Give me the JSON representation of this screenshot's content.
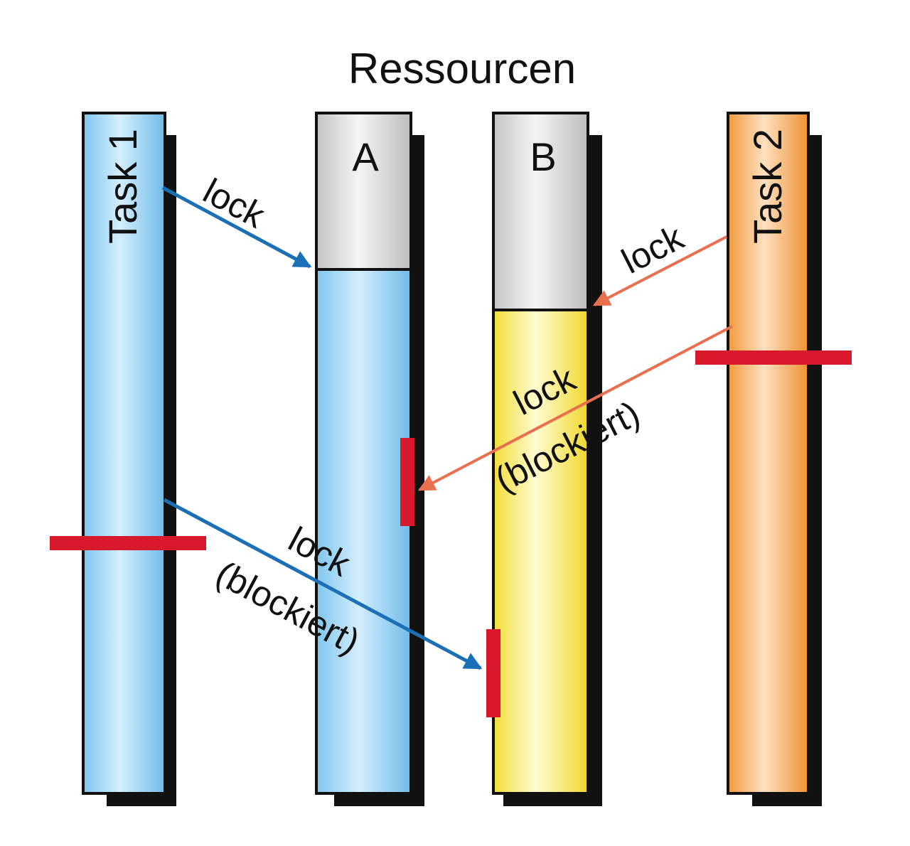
{
  "diagram": {
    "title": "Ressourcen",
    "columns": {
      "task1": {
        "label": "Task 1",
        "fill": "#a9dcf7"
      },
      "resource_a": {
        "label": "A",
        "fill_locked": "#a9dcf7"
      },
      "resource_b": {
        "label": "B",
        "fill_locked": "#f7ea62"
      },
      "task2": {
        "label": "Task 2",
        "fill": "#f5a857"
      }
    },
    "arrows": {
      "task1_lock_a": {
        "line1": "lock",
        "line2": "",
        "color": "#1a6fb6"
      },
      "task2_lock_b": {
        "line1": "lock",
        "line2": "",
        "color": "#e8704e"
      },
      "task2_lock_a_blocked": {
        "line1": "lock",
        "line2": "(blockiert)",
        "color": "#e8704e"
      },
      "task1_lock_b_blocked": {
        "line1": "lock",
        "line2": "(blockiert)",
        "color": "#1a6fb6"
      }
    },
    "colors": {
      "free_resource": "#dcdcdc",
      "shadow": "#111111",
      "block_marker": "#d7192b"
    }
  }
}
